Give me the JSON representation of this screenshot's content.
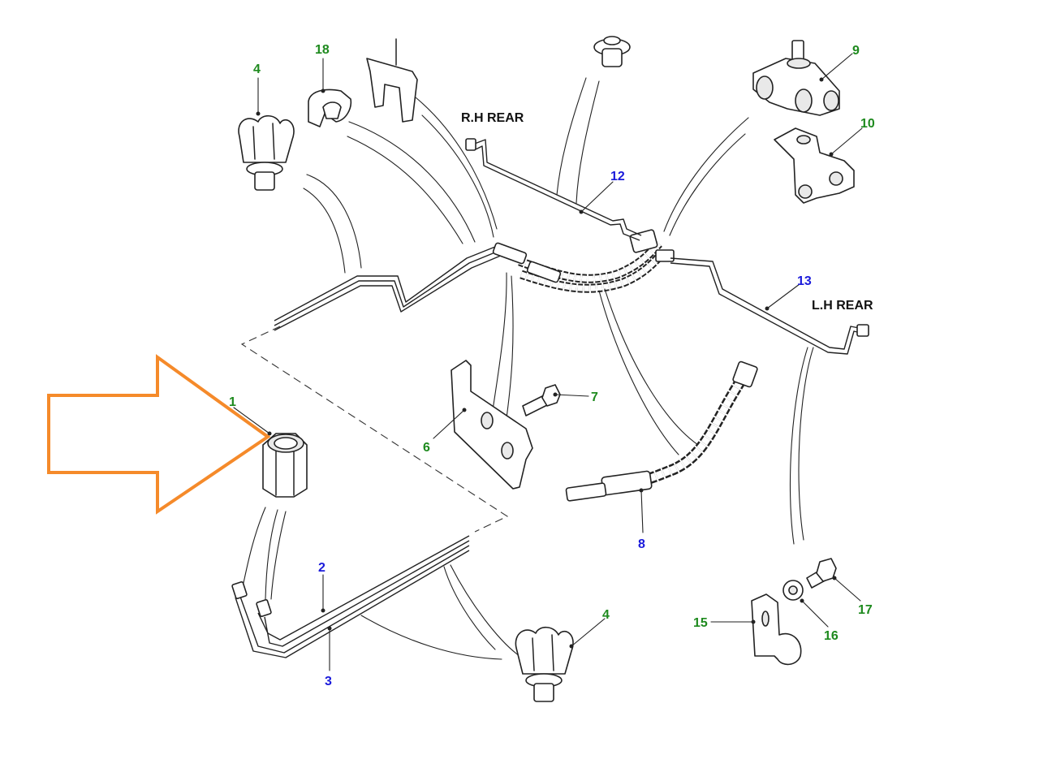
{
  "labels": {
    "location_rh_rear": "R.H REAR",
    "location_lh_rear": "L.H REAR"
  },
  "callouts": [
    {
      "id": "c1",
      "number": "1",
      "color": "green"
    },
    {
      "id": "c2",
      "number": "2",
      "color": "blue"
    },
    {
      "id": "c3",
      "number": "3",
      "color": "blue"
    },
    {
      "id": "c4a",
      "number": "4",
      "color": "green"
    },
    {
      "id": "c4b",
      "number": "4",
      "color": "green"
    },
    {
      "id": "c6",
      "number": "6",
      "color": "green"
    },
    {
      "id": "c7",
      "number": "7",
      "color": "green"
    },
    {
      "id": "c8",
      "number": "8",
      "color": "blue"
    },
    {
      "id": "c9",
      "number": "9",
      "color": "green"
    },
    {
      "id": "c10",
      "number": "10",
      "color": "green"
    },
    {
      "id": "c12",
      "number": "12",
      "color": "blue"
    },
    {
      "id": "c13",
      "number": "13",
      "color": "blue"
    },
    {
      "id": "c15",
      "number": "15",
      "color": "green"
    },
    {
      "id": "c16",
      "number": "16",
      "color": "green"
    },
    {
      "id": "c17",
      "number": "17",
      "color": "green"
    },
    {
      "id": "c18",
      "number": "18",
      "color": "green"
    }
  ],
  "colors": {
    "highlight_arrow": "#f58a2a",
    "callout_green": "#1e8a1e",
    "callout_blue": "#1a1adb",
    "line_art": "#222222"
  },
  "highlighted_part": "1"
}
